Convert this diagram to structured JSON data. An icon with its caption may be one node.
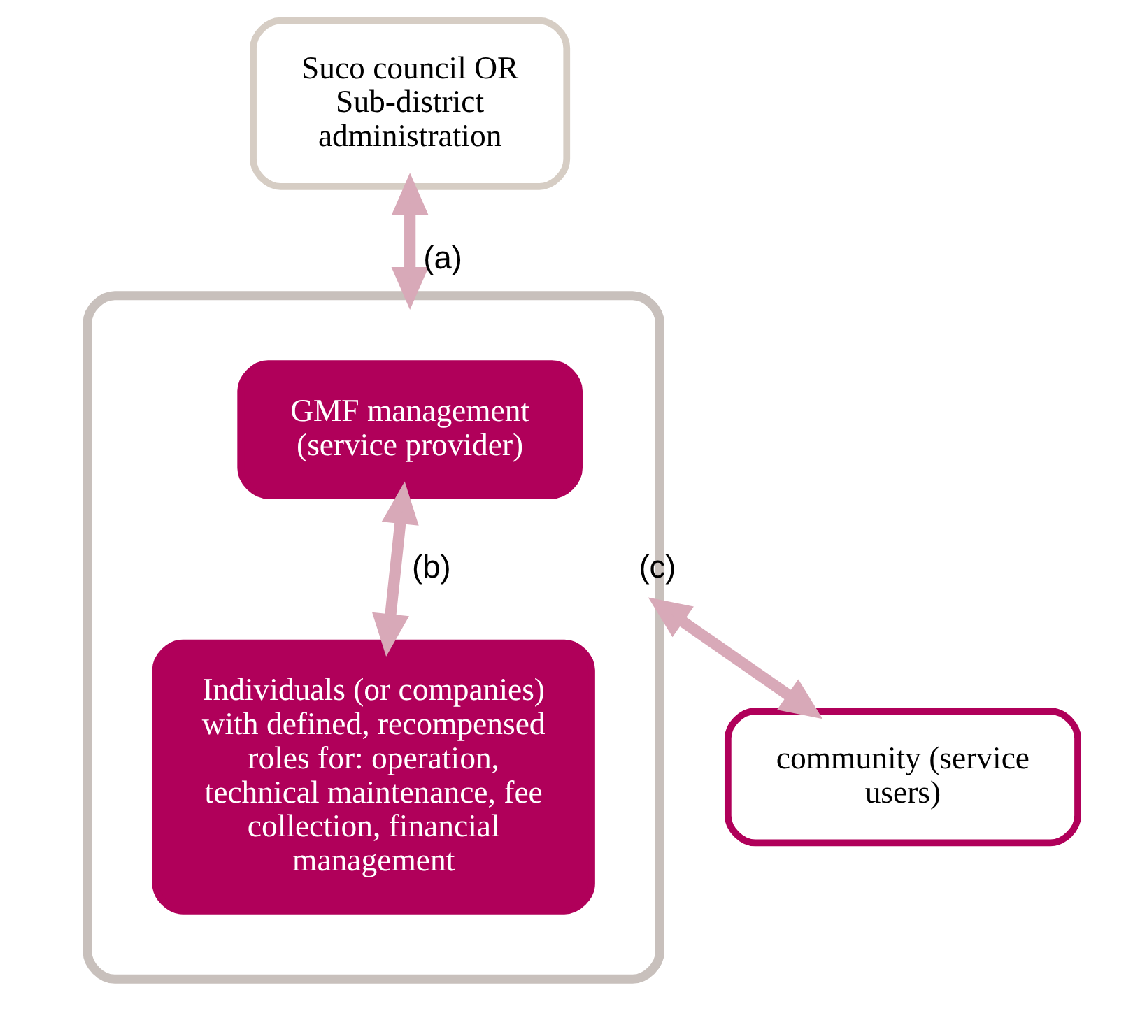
{
  "diagram": {
    "nodes": [
      {
        "text": [
          "Suco council OR Sub-district administration"
        ]
      },
      {
        "text": [],
        "shape": "box"
      },
      {
        "text": [
          "GMF management (service provider)"
        ],
        "in": 1
      },
      {
        "text": [
          "Individuals (or companies) with defined, recompensed roles for: operation, technical maintenance, fee collection, financial management"
        ],
        "in": 1
      },
      {
        "text": [
          "community (service users)"
        ]
      }
    ],
    "edges": [
      {
        "from": 0,
        "to": 1,
        "arrow": "both",
        "label": "(a)",
        "color": "#d8a9b8"
      },
      {
        "from": 2,
        "to": 3,
        "arrow": "both",
        "label": "(b)",
        "color": "#d8a9b8"
      },
      {
        "from": 1,
        "to": 4,
        "arrow": "both",
        "label": "(c)",
        "color": "#d8a9b8"
      }
    ]
  }
}
